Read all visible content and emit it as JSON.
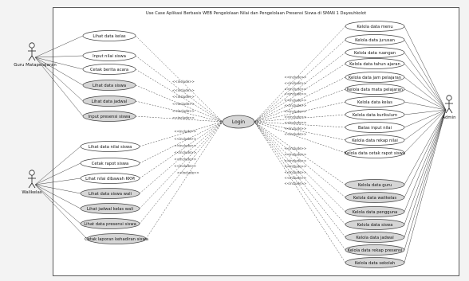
{
  "title": "Use Case Aplikasi Berbasis WEB Pengelolaan Nilai dan Pengelolaan Presensi Siswa di SMAN 1 Dayeuhkolot",
  "login": "Login",
  "relation_label": "<<include>>",
  "colors": {
    "plain": "#ffffff",
    "shaded": "#d6d6d6",
    "line": "#444444"
  },
  "actors": [
    {
      "id": "guru",
      "name": "Guru Matapelajaran"
    },
    {
      "id": "wali",
      "name": "Walikelas"
    },
    {
      "id": "admin",
      "name": "Admin"
    }
  ],
  "use_cases": {
    "guru": [
      {
        "label": "Lihat data kelas",
        "shaded": false
      },
      {
        "label": "Input nilai siswa",
        "shaded": false
      },
      {
        "label": "Cetak berita acara",
        "shaded": false
      },
      {
        "label": "Lihat data siswa",
        "shaded": true
      },
      {
        "label": "Lihat data jadwal",
        "shaded": true
      },
      {
        "label": "Input presensi siswa",
        "shaded": true
      }
    ],
    "wali": [
      {
        "label": "Lihat data nilai siswa",
        "shaded": false
      },
      {
        "label": "Cetak rapot siswa",
        "shaded": false
      },
      {
        "label": "Lihat nilai dibawah KKM",
        "shaded": false
      },
      {
        "label": "Lihat data siswa wali",
        "shaded": true
      },
      {
        "label": "Lihat jadwal kelas wali",
        "shaded": true
      },
      {
        "label": "Lihat data presensi siswa",
        "shaded": true
      },
      {
        "label": "Cetak laporan kehadiran siswa",
        "shaded": true
      }
    ],
    "admin": [
      {
        "label": "Kelola data menu",
        "shaded": false
      },
      {
        "label": "Kelola data jurusan",
        "shaded": false
      },
      {
        "label": "Kelola data ruangan",
        "shaded": false
      },
      {
        "label": "Kelola data tahun ajaran",
        "shaded": false
      },
      {
        "label": "Kelola data jam pelajaran",
        "shaded": false
      },
      {
        "label": "Kelola data mata pelajaran",
        "shaded": false
      },
      {
        "label": "Kelola data kelas",
        "shaded": false
      },
      {
        "label": "Kelola data kurikulum",
        "shaded": false
      },
      {
        "label": "Batas input nilai",
        "shaded": false
      },
      {
        "label": "Kelola data rekap nilai",
        "shaded": false
      },
      {
        "label": "Kelola data cetak rapot siswa",
        "shaded": false
      },
      {
        "label": "Kelola data guru",
        "shaded": true
      },
      {
        "label": "Kelola data walikelas",
        "shaded": true
      },
      {
        "label": "Kelola data pengguna",
        "shaded": true
      },
      {
        "label": "Kelola data siswa",
        "shaded": true
      },
      {
        "label": "Kelola data jadwal",
        "shaded": true
      },
      {
        "label": "Kelola data rekap presensi",
        "shaded": true
      },
      {
        "label": "Kelola data sekolah",
        "shaded": true
      }
    ]
  }
}
